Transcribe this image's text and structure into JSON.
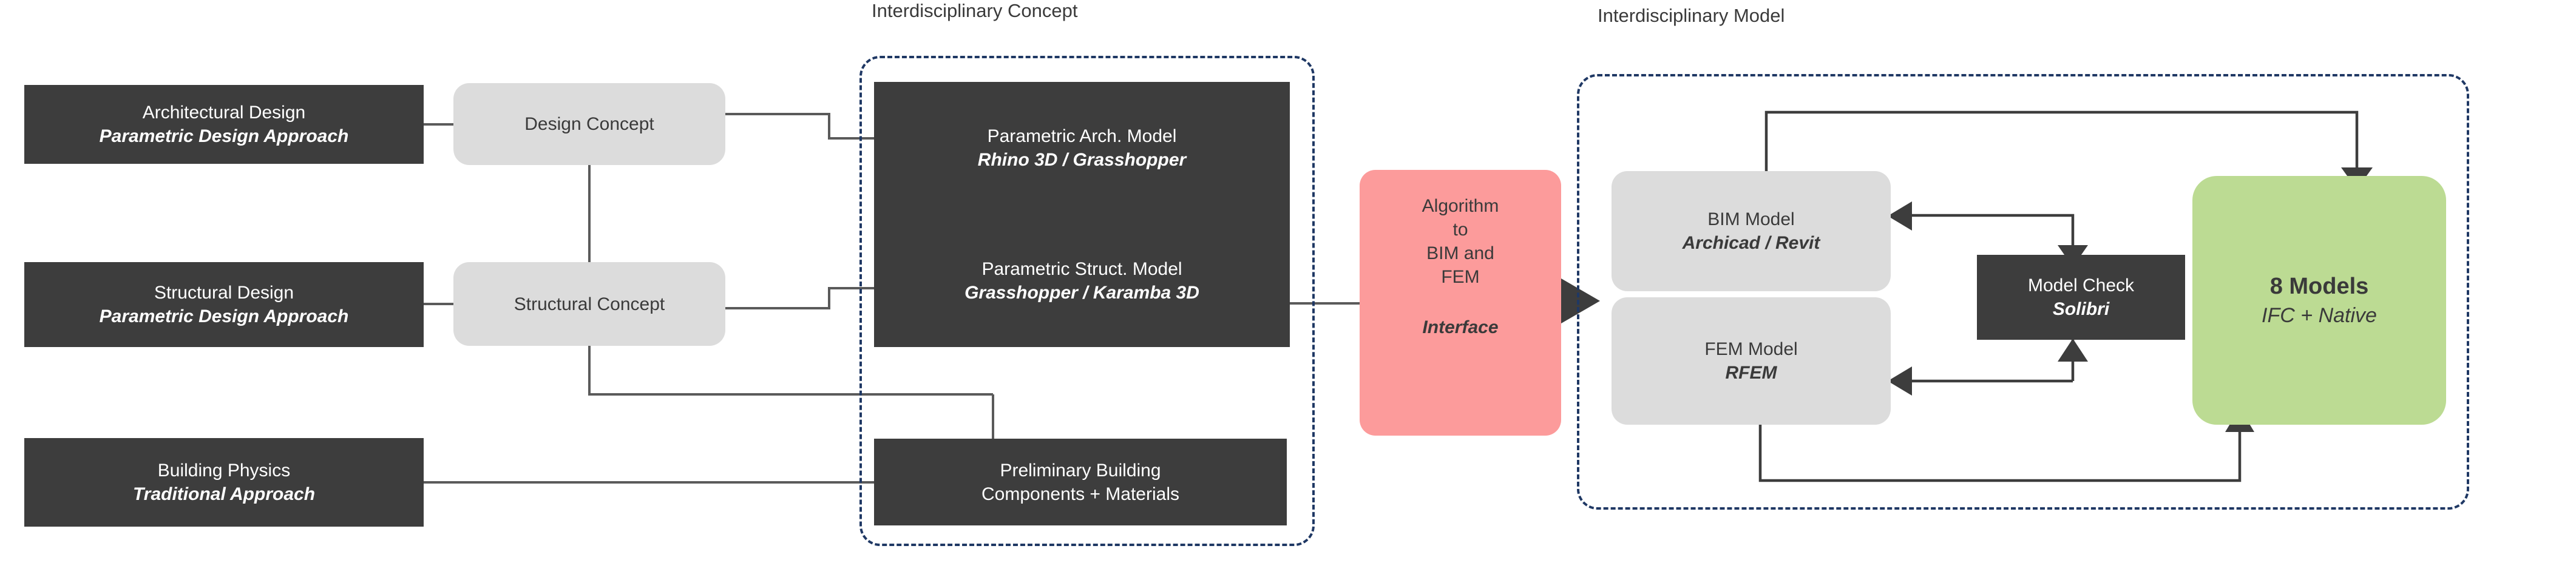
{
  "diagram": {
    "groups": [
      {
        "id": "concept",
        "label": "Interdisciplinary Concept"
      },
      {
        "id": "model",
        "label": "Interdisciplinary Model"
      }
    ],
    "colors": {
      "dark": "#3d3d3d",
      "gray": "#dcdcdc",
      "pink": "#fc9b9b",
      "green": "#bcdb93",
      "dashed_border": "#1f3864",
      "connector": "#5a5a5a"
    },
    "nodes": {
      "architectural_design": {
        "title": "Architectural Design",
        "subtitle": "Parametric Design Approach"
      },
      "structural_design": {
        "title": "Structural Design",
        "subtitle": "Parametric Design Approach"
      },
      "building_physics": {
        "title": "Building Physics",
        "subtitle": "Traditional Approach"
      },
      "design_concept": {
        "title": "Design Concept"
      },
      "structural_concept": {
        "title": "Structural Concept"
      },
      "parametric_arch_model": {
        "title": "Parametric Arch. Model",
        "subtitle": "Rhino 3D / Grasshopper"
      },
      "parametric_struct_model": {
        "title": "Parametric Struct. Model",
        "subtitle": "Grasshopper / Karamba 3D"
      },
      "preliminary_building": {
        "line1": "Preliminary Building",
        "line2": "Components + Materials"
      },
      "algorithm_interface": {
        "line1": "Algorithm",
        "line2": "to",
        "line3": "BIM and",
        "line4": "FEM",
        "subtitle": "Interface"
      },
      "bim_model": {
        "title": "BIM Model",
        "subtitle": "Archicad / Revit"
      },
      "fem_model": {
        "title": "FEM Model",
        "subtitle": "RFEM"
      },
      "model_check": {
        "title": "Model Check",
        "subtitle": "Solibri"
      },
      "eight_models": {
        "title": "8 Models",
        "subtitle": "IFC + Native"
      }
    }
  }
}
